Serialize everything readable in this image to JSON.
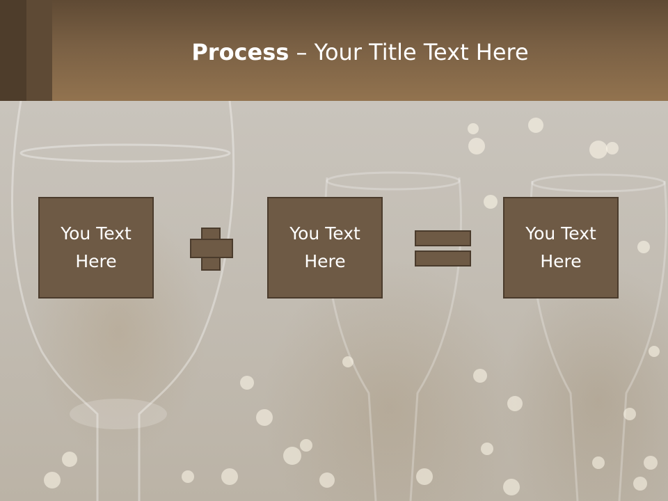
{
  "slide": {
    "title_bold": "Process",
    "title_rest": " – Your Title Text Here",
    "boxes": [
      {
        "text": "You Text Here"
      },
      {
        "text": "You Text Here"
      },
      {
        "text": "You Text Here"
      }
    ],
    "operators": [
      "plus-icon",
      "equals-icon"
    ],
    "colors": {
      "header": "#7a6044",
      "box_fill": "#6e5a45",
      "box_border": "#4a3b2c",
      "background": "#c5bfb6"
    }
  }
}
